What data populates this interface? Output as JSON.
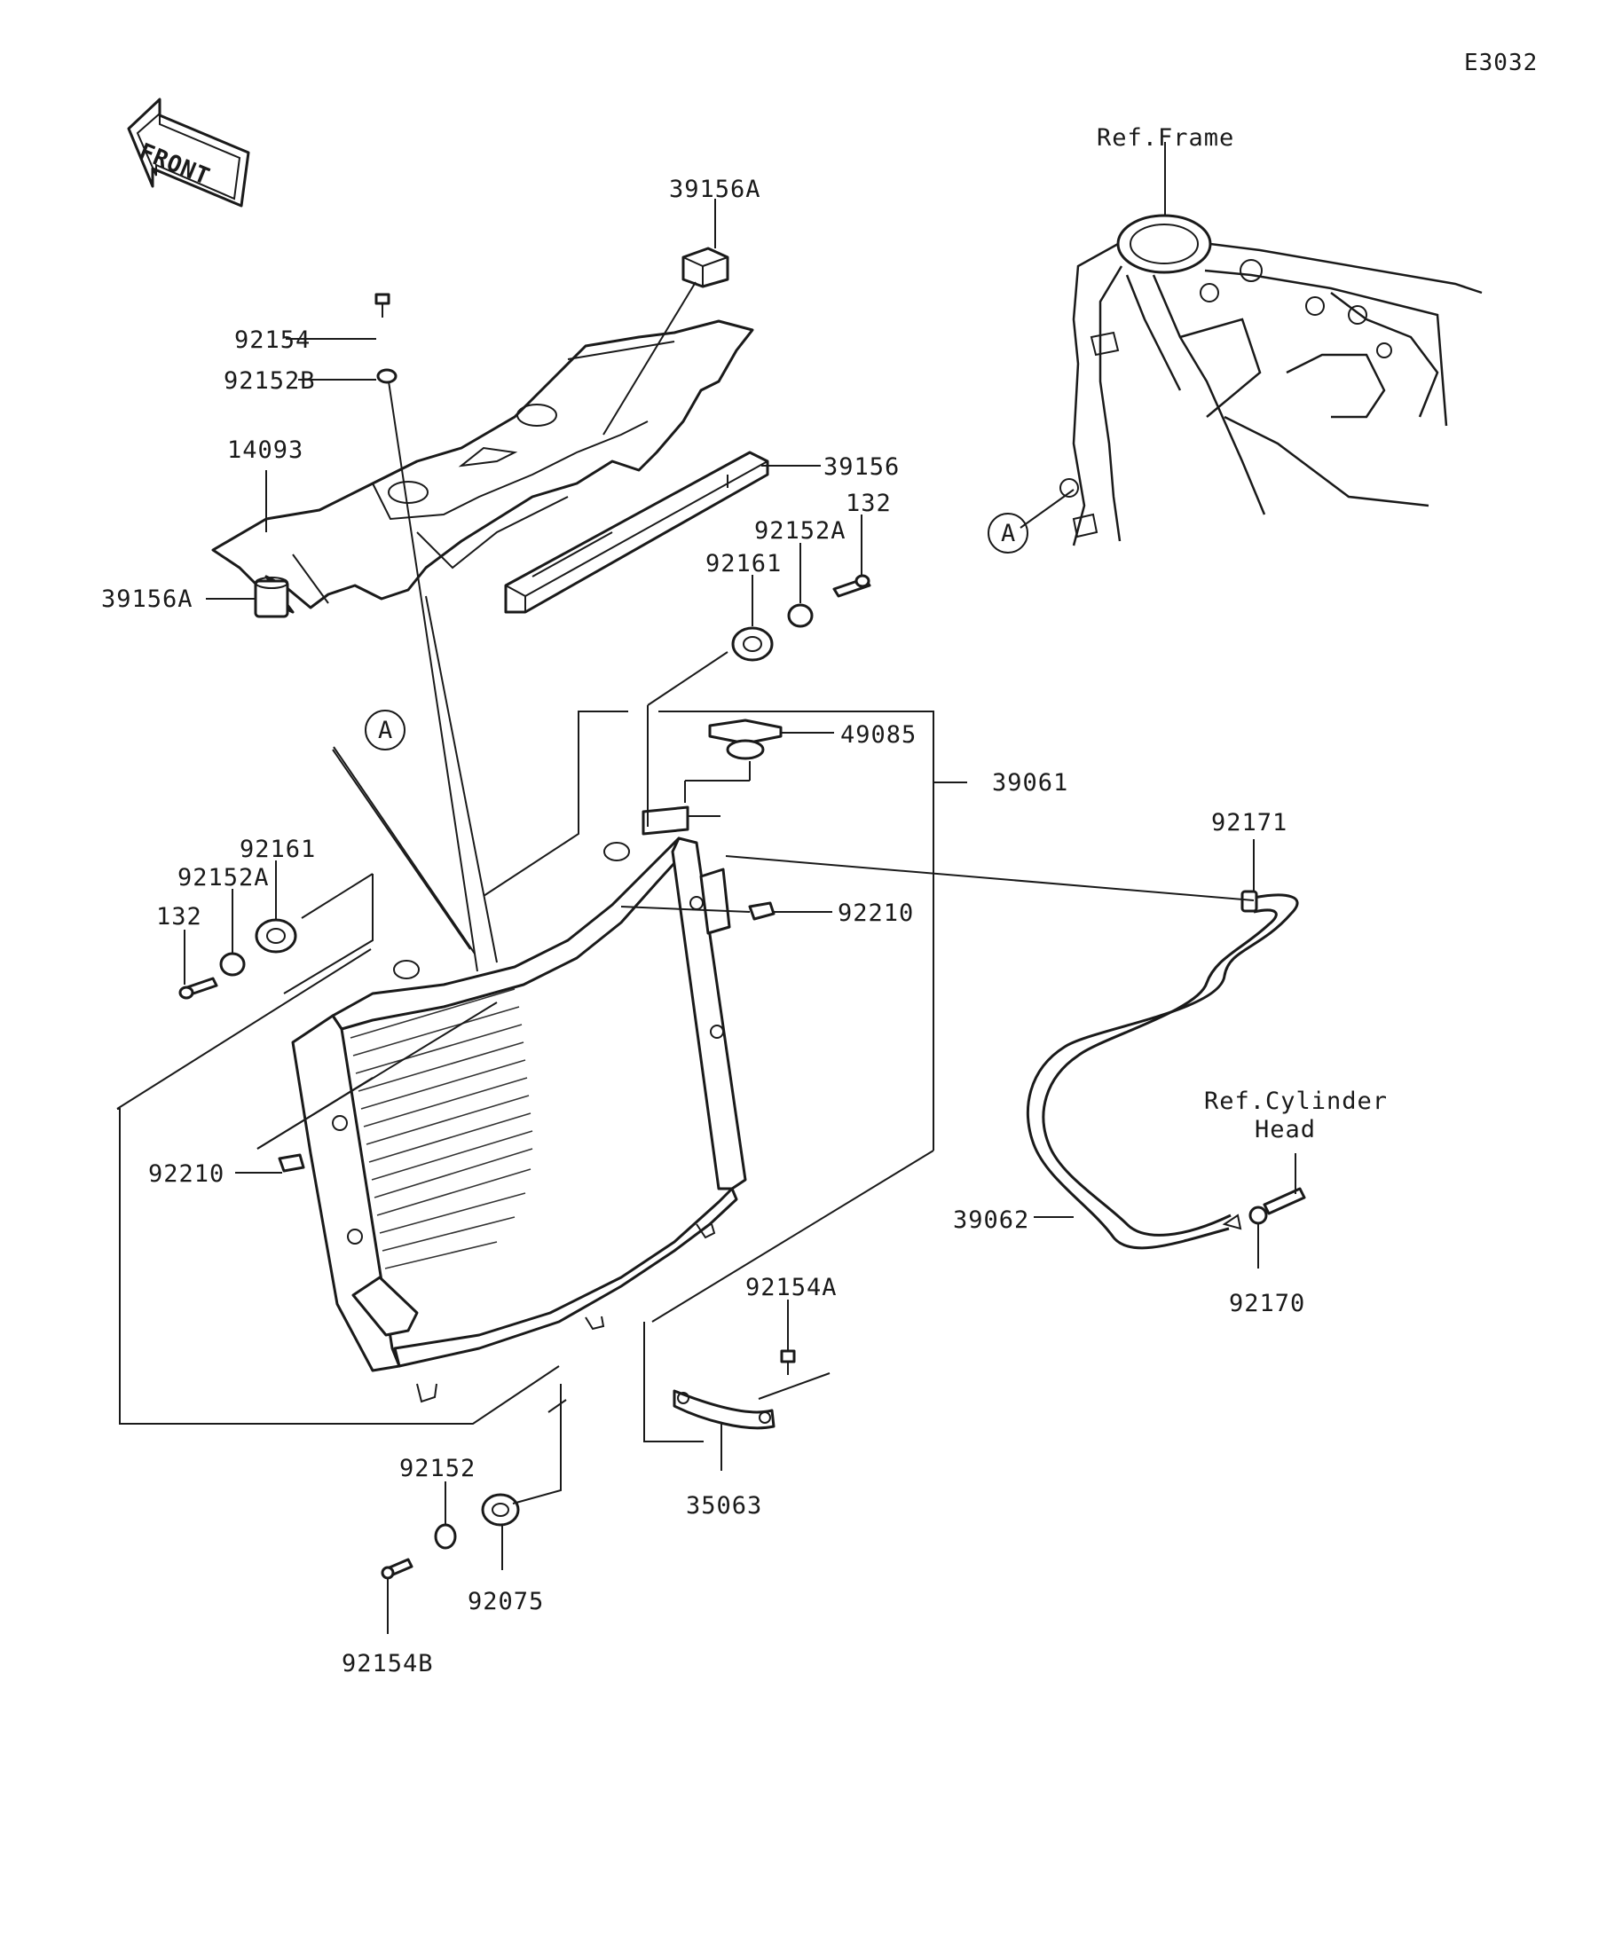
{
  "diagram_id": "E3032",
  "front_indicator": "FRONT",
  "ref_frame": "Ref.Frame",
  "ref_cylinder_head": [
    "Ref.Cylinder",
    "Head"
  ],
  "callout_marker": "A",
  "parts": {
    "p39156A_top": "39156A",
    "p92154": "92154",
    "p92152B": "92152B",
    "p14093": "14093",
    "p39156": "39156",
    "p92152A_r": "92152A",
    "p132_r": "132",
    "p39156A_l": "39156A",
    "p92161_r": "92161",
    "p49085": "49085",
    "p39061": "39061",
    "p92171": "92171",
    "p92161_l": "92161",
    "p92152A_l": "92152A",
    "p132_l": "132",
    "p92210_r": "92210",
    "p92210_l": "92210",
    "p39062": "39062",
    "p92170": "92170",
    "p92154A": "92154A",
    "p92152": "92152",
    "p35063": "35063",
    "p92075": "92075",
    "p92154B": "92154B"
  }
}
